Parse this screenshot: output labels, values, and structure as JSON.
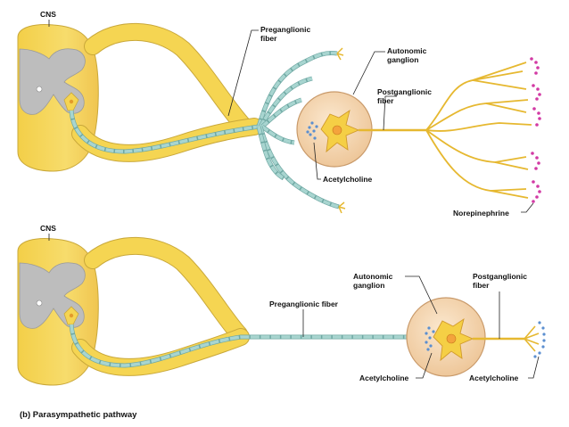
{
  "top_panel": {
    "cns_label": "CNS",
    "preganglionic_label": [
      "Preganglionic",
      "fiber"
    ],
    "ganglion_label": [
      "Autonomic",
      "ganglion"
    ],
    "postganglionic_label": [
      "Postganglionic",
      "fiber"
    ],
    "acetylcholine_label": "Acetylcholine",
    "norepinephrine_label": "Norepinephrine"
  },
  "bottom_panel": {
    "cns_label": "CNS",
    "preganglionic_label": "Preganglionic fiber",
    "ganglion_label": [
      "Autonomic",
      "ganglion"
    ],
    "postganglionic_label": [
      "Postganglionic",
      "fiber"
    ],
    "acetylcholine_left_label": "Acetylcholine",
    "acetylcholine_right_label": "Acetylcholine",
    "caption": "(b) Parasympathetic pathway"
  },
  "colors": {
    "nerve_yellow": "#f5d552",
    "nerve_outline": "#c9a83a",
    "gray_matter": "#bdbdbd",
    "myelin": "#a8d5d0",
    "ganglion": "#f7dcb8",
    "acetylcholine_dots": "#5b8fd0",
    "norepinephrine_dots": "#d23aa4"
  }
}
